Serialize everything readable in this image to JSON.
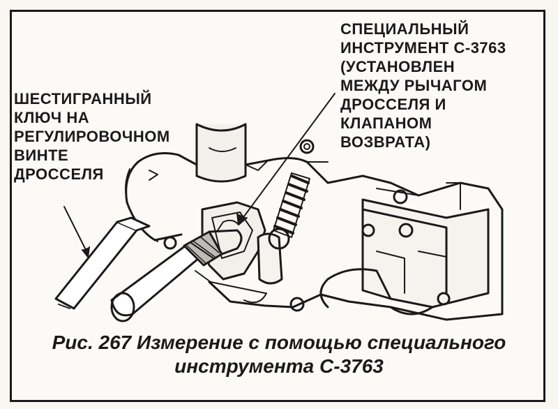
{
  "labels": {
    "hex_key": [
      "ШЕСТИГРАННЫЙ",
      "КЛЮЧ НА",
      "РЕГУЛИРОВОЧНОМ",
      "ВИНТЕ",
      "ДРОССЕЛЯ"
    ],
    "special_tool": [
      "СПЕЦИАЛЬНЫЙ",
      "ИНСТРУМЕНТ С-3763",
      "(УСТАНОВЛЕН",
      "МЕЖДУ РЫЧАГОМ",
      "ДРОССЕЛЯ И",
      "КЛАПАНОМ",
      "ВОЗВРАТА)"
    ]
  },
  "caption": {
    "line1": "Рис. 267 Измерение с помощью специального",
    "line2": "инструмента С-3763"
  }
}
